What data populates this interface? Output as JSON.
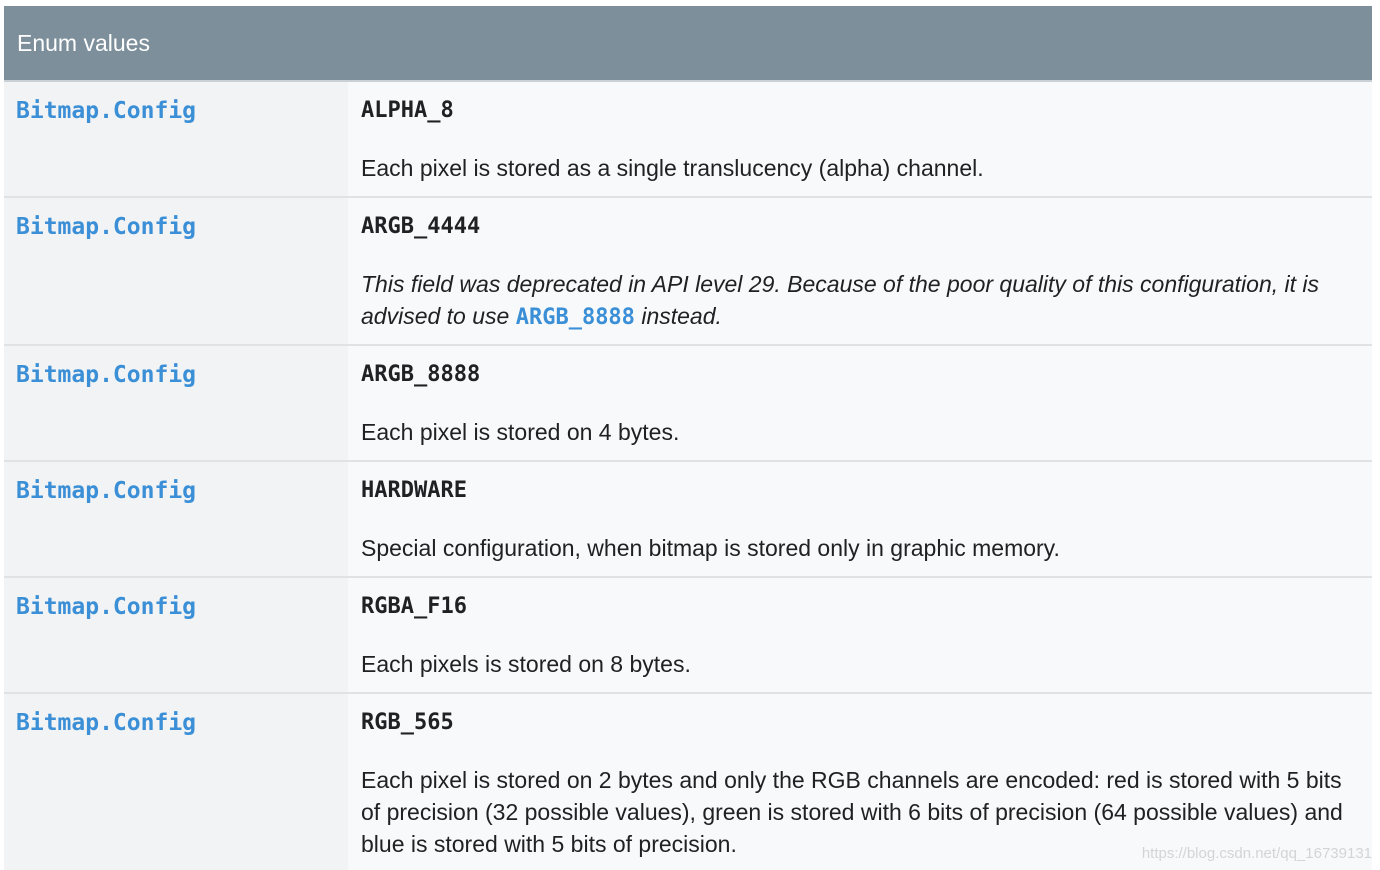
{
  "table": {
    "header": "Enum values",
    "rows": [
      {
        "type": "Bitmap.Config",
        "name": "ALPHA_8",
        "description": "Each pixel is stored as a single translucency (alpha) channel."
      },
      {
        "type": "Bitmap.Config",
        "name": "ARGB_4444",
        "deprecated_prefix": "This field was deprecated in API level 29. Because of the poor quality of this configuration, it is advised to use ",
        "deprecated_link": "ARGB_8888",
        "deprecated_suffix": " instead."
      },
      {
        "type": "Bitmap.Config",
        "name": "ARGB_8888",
        "description": "Each pixel is stored on 4 bytes."
      },
      {
        "type": "Bitmap.Config",
        "name": "HARDWARE",
        "description": "Special configuration, when bitmap is stored only in graphic memory."
      },
      {
        "type": "Bitmap.Config",
        "name": "RGBA_F16",
        "description": "Each pixels is stored on 8 bytes."
      },
      {
        "type": "Bitmap.Config",
        "name": "RGB_565",
        "description": "Each pixel is stored on 2 bytes and only the RGB channels are encoded: red is stored with 5 bits of precision (32 possible values), green is stored with 6 bits of precision (64 possible values) and blue is stored with 5 bits of precision."
      }
    ]
  },
  "watermark": "https://blog.csdn.net/qq_16739131",
  "colors": {
    "header_bg": "#7d8f9b",
    "link": "#3b8fd7",
    "type_cell_bg": "#f1f3f4",
    "desc_cell_bg": "#f8f9fa"
  }
}
